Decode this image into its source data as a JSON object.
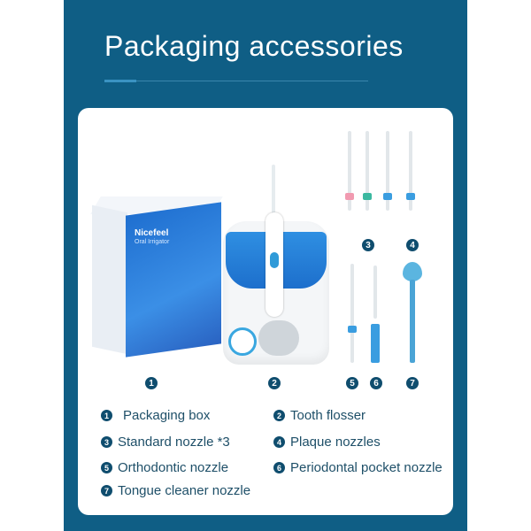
{
  "header": {
    "title": "Packaging accessories"
  },
  "image_labels": [
    "1",
    "2",
    "3",
    "4",
    "5",
    "6",
    "7"
  ],
  "product": {
    "brand": "Nicefeel",
    "subtitle": "Oral Irrigator"
  },
  "legend": [
    {
      "num": "1",
      "label": "Packaging box"
    },
    {
      "num": "2",
      "label": "Tooth flosser"
    },
    {
      "num": "3",
      "label": "Standard nozzle *3"
    },
    {
      "num": "4",
      "label": "Plaque nozzles"
    },
    {
      "num": "5",
      "label": "Orthodontic nozzle"
    },
    {
      "num": "6",
      "label": "Periodontal pocket nozzle"
    },
    {
      "num": "7",
      "label": "Tongue cleaner nozzle"
    }
  ],
  "colors": {
    "panel": "#0f5e85",
    "badge": "#0f4d6e",
    "text": "#1e4f68",
    "accent": "#3a93c2"
  }
}
